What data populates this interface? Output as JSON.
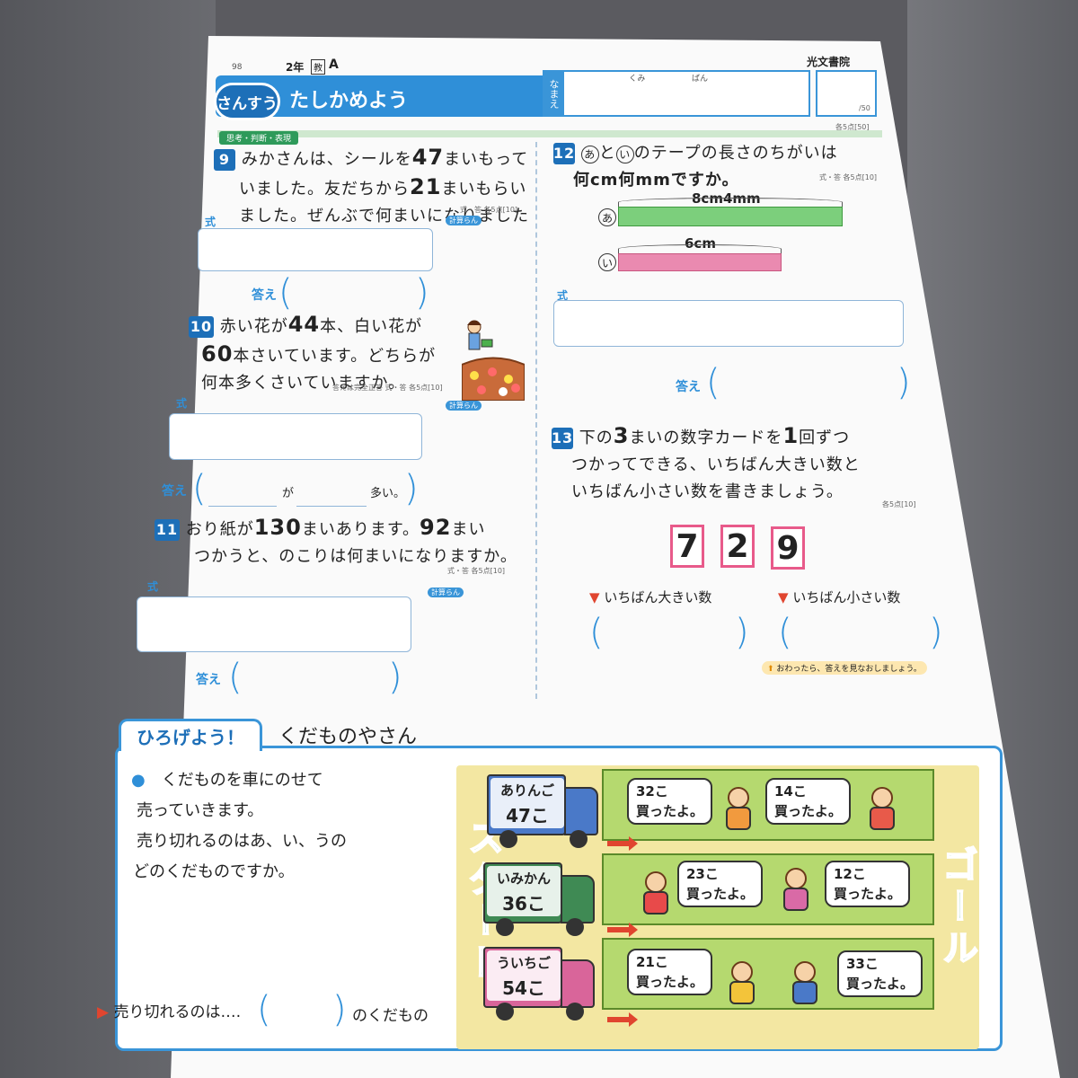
{
  "header": {
    "page_number": "98",
    "grade": "2年",
    "textbook": "教",
    "level": "A",
    "subject": "さんすう",
    "title": "たしかめよう",
    "name_label": "なまえ",
    "kumi": "くみ",
    "ban": "ばん",
    "publisher": "光文書院",
    "score_total": "/50",
    "points_note": "各5点[50]",
    "section_tag": "思考・判断・表現"
  },
  "q9": {
    "num": "9",
    "line1_a": "みかさんは、シールを",
    "line1_num": "47",
    "line1_b": "まいもって",
    "line2_a": "いました。友だちから",
    "line2_num": "21",
    "line2_b": "まいもらい",
    "line3": "ました。ぜんぶで何まいになりましたか。",
    "points": "式・答 各5点[10]",
    "shiki": "式",
    "kotae": "答え",
    "keisan": "計算らん"
  },
  "q10": {
    "num": "10",
    "line1_a": "赤い花が",
    "line1_num": "44",
    "line1_b": "本、白い花が",
    "line2_num": "60",
    "line2_b": "本さいています。どちらが",
    "line3": "何本多くさいていますか。",
    "points": "答えは完全正答 式・答 各5点[10]",
    "shiki": "式",
    "kotae": "答え",
    "ga": "が",
    "ooi": "多い。",
    "keisan": "計算らん"
  },
  "q11": {
    "num": "11",
    "line1_a": "おり紙が",
    "line1_num": "130",
    "line1_b": "まいあります。",
    "line1_num2": "92",
    "line1_c": "まい",
    "line2": "つかうと、のこりは何まいになりますか。",
    "points": "式・答 各5点[10]",
    "shiki": "式",
    "kotae": "答え",
    "keisan": "計算らん"
  },
  "q12": {
    "num": "12",
    "a": "あ",
    "to": "と",
    "i": "い",
    "line1_b": "のテープの長さのちがいは",
    "line2": "何cm何mmですか。",
    "points": "式・答 各5点[10]",
    "tape_a_label": "8cm4mm",
    "tape_b_label": "6cm",
    "shiki": "式",
    "kotae": "答え"
  },
  "q13": {
    "num": "13",
    "line1_a": "下の",
    "line1_num": "3",
    "line1_b": "まいの数字カードを",
    "line1_num2": "1",
    "line1_c": "回ずつ",
    "line2": "つかってできる、いちばん大きい数と",
    "line3": "いちばん小さい数を書きましょう。",
    "points": "各5点[10]",
    "cards": [
      "7",
      "2",
      "9"
    ],
    "largest_label": "いちばん大きい数",
    "smallest_label": "いちばん小さい数",
    "review_note": "おわったら、答えを見なおしましょう。"
  },
  "hirogeyou": {
    "tab": "ひろげよう！",
    "title": "くだものやさん",
    "line1": "くだものを車にのせて",
    "line2": "売っていきます。",
    "line3_a": "売り切れるのは",
    "line3_b": "あ、い、う",
    "line3_c": "の",
    "line4": "どのくだものですか。",
    "answer_prefix": "売り切れるのは‥‥",
    "answer_suffix": "のくだもの",
    "start": "スタート",
    "goal": "ゴール",
    "trucks": [
      {
        "label": "ありんご",
        "count": "47こ",
        "color": "#4a79c8"
      },
      {
        "label": "いみかん",
        "count": "36こ",
        "color": "#3f8a54"
      },
      {
        "label": "ういちご",
        "count": "54こ",
        "color": "#d9659a"
      }
    ],
    "bubbles": [
      {
        "count": "32こ",
        "text": "買ったよ。"
      },
      {
        "count": "14こ",
        "text": "買ったよ。"
      },
      {
        "count": "23こ",
        "text": "買ったよ。"
      },
      {
        "count": "12こ",
        "text": "買ったよ。"
      },
      {
        "count": "21こ",
        "text": "買ったよ。"
      },
      {
        "count": "33こ",
        "text": "買ったよ。"
      }
    ]
  }
}
